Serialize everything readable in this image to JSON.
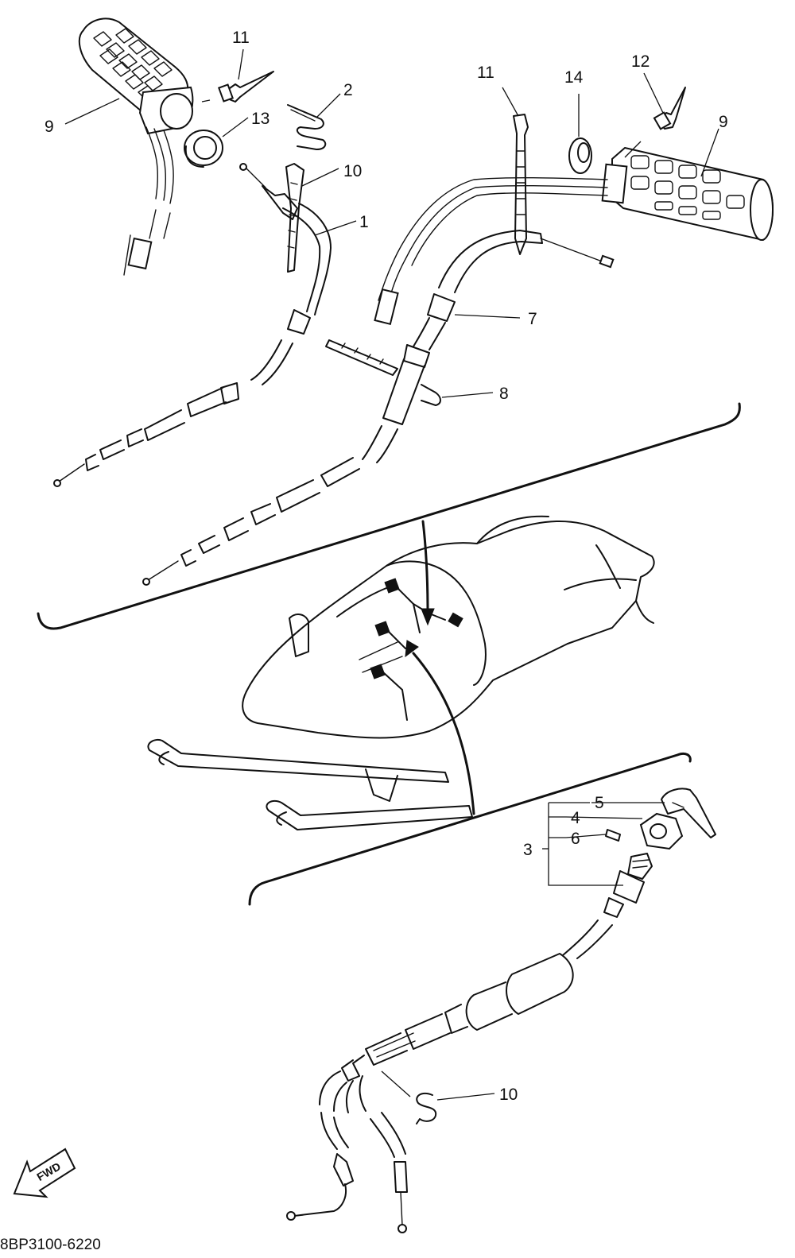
{
  "diagram": {
    "callouts": [
      {
        "id": "c1",
        "text": "1"
      },
      {
        "id": "c2",
        "text": "2"
      },
      {
        "id": "c3",
        "text": "3"
      },
      {
        "id": "c4",
        "text": "4"
      },
      {
        "id": "c5",
        "text": "5"
      },
      {
        "id": "c6",
        "text": "6"
      },
      {
        "id": "c7",
        "text": "7"
      },
      {
        "id": "c8",
        "text": "8"
      },
      {
        "id": "c9a",
        "text": "9"
      },
      {
        "id": "c9b",
        "text": "9"
      },
      {
        "id": "c10a",
        "text": "10"
      },
      {
        "id": "c10b",
        "text": "10"
      },
      {
        "id": "c11a",
        "text": "11"
      },
      {
        "id": "c11b",
        "text": "11"
      },
      {
        "id": "c12",
        "text": "12"
      },
      {
        "id": "c13",
        "text": "13"
      },
      {
        "id": "c14",
        "text": "14"
      }
    ],
    "fwd_label": "FWD",
    "footer_code": "8BP3100-6220"
  }
}
